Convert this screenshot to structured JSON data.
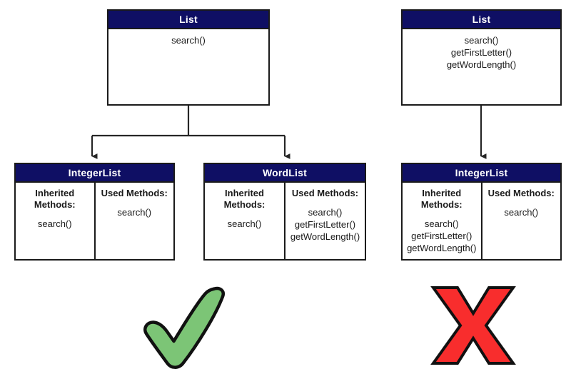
{
  "diagram": {
    "title_left": "",
    "title_right": "",
    "colors": {
      "header_navy": "#0f0f64",
      "border_black": "#1a1a1a",
      "check_green": "#7cc576",
      "cross_red": "#f82d2d",
      "background": "#ffffff"
    },
    "column_headers": {
      "inherited": "Inherited Methods:",
      "inherited_line1": "Inherited",
      "inherited_line2": "Methods:",
      "used": "Used Methods:"
    },
    "left_example": {
      "verdict": "check",
      "parent": {
        "name": "List",
        "methods": [
          "search()"
        ]
      },
      "children": [
        {
          "name": "IntegerList",
          "inherited": [
            "search()"
          ],
          "used": [
            "search()"
          ]
        },
        {
          "name": "WordList",
          "inherited": [
            "search()"
          ],
          "used": [
            "search()",
            "getFirstLetter()",
            "getWordLength()"
          ]
        }
      ]
    },
    "right_example": {
      "verdict": "cross",
      "parent": {
        "name": "List",
        "methods": [
          "search()",
          "getFirstLetter()",
          "getWordLength()"
        ]
      },
      "children": [
        {
          "name": "IntegerList",
          "inherited": [
            "search()",
            "getFirstLetter()",
            "getWordLength()"
          ],
          "used": [
            "search()"
          ]
        }
      ]
    },
    "icons": {
      "check": "check-mark-icon",
      "cross": "cross-mark-icon"
    }
  }
}
